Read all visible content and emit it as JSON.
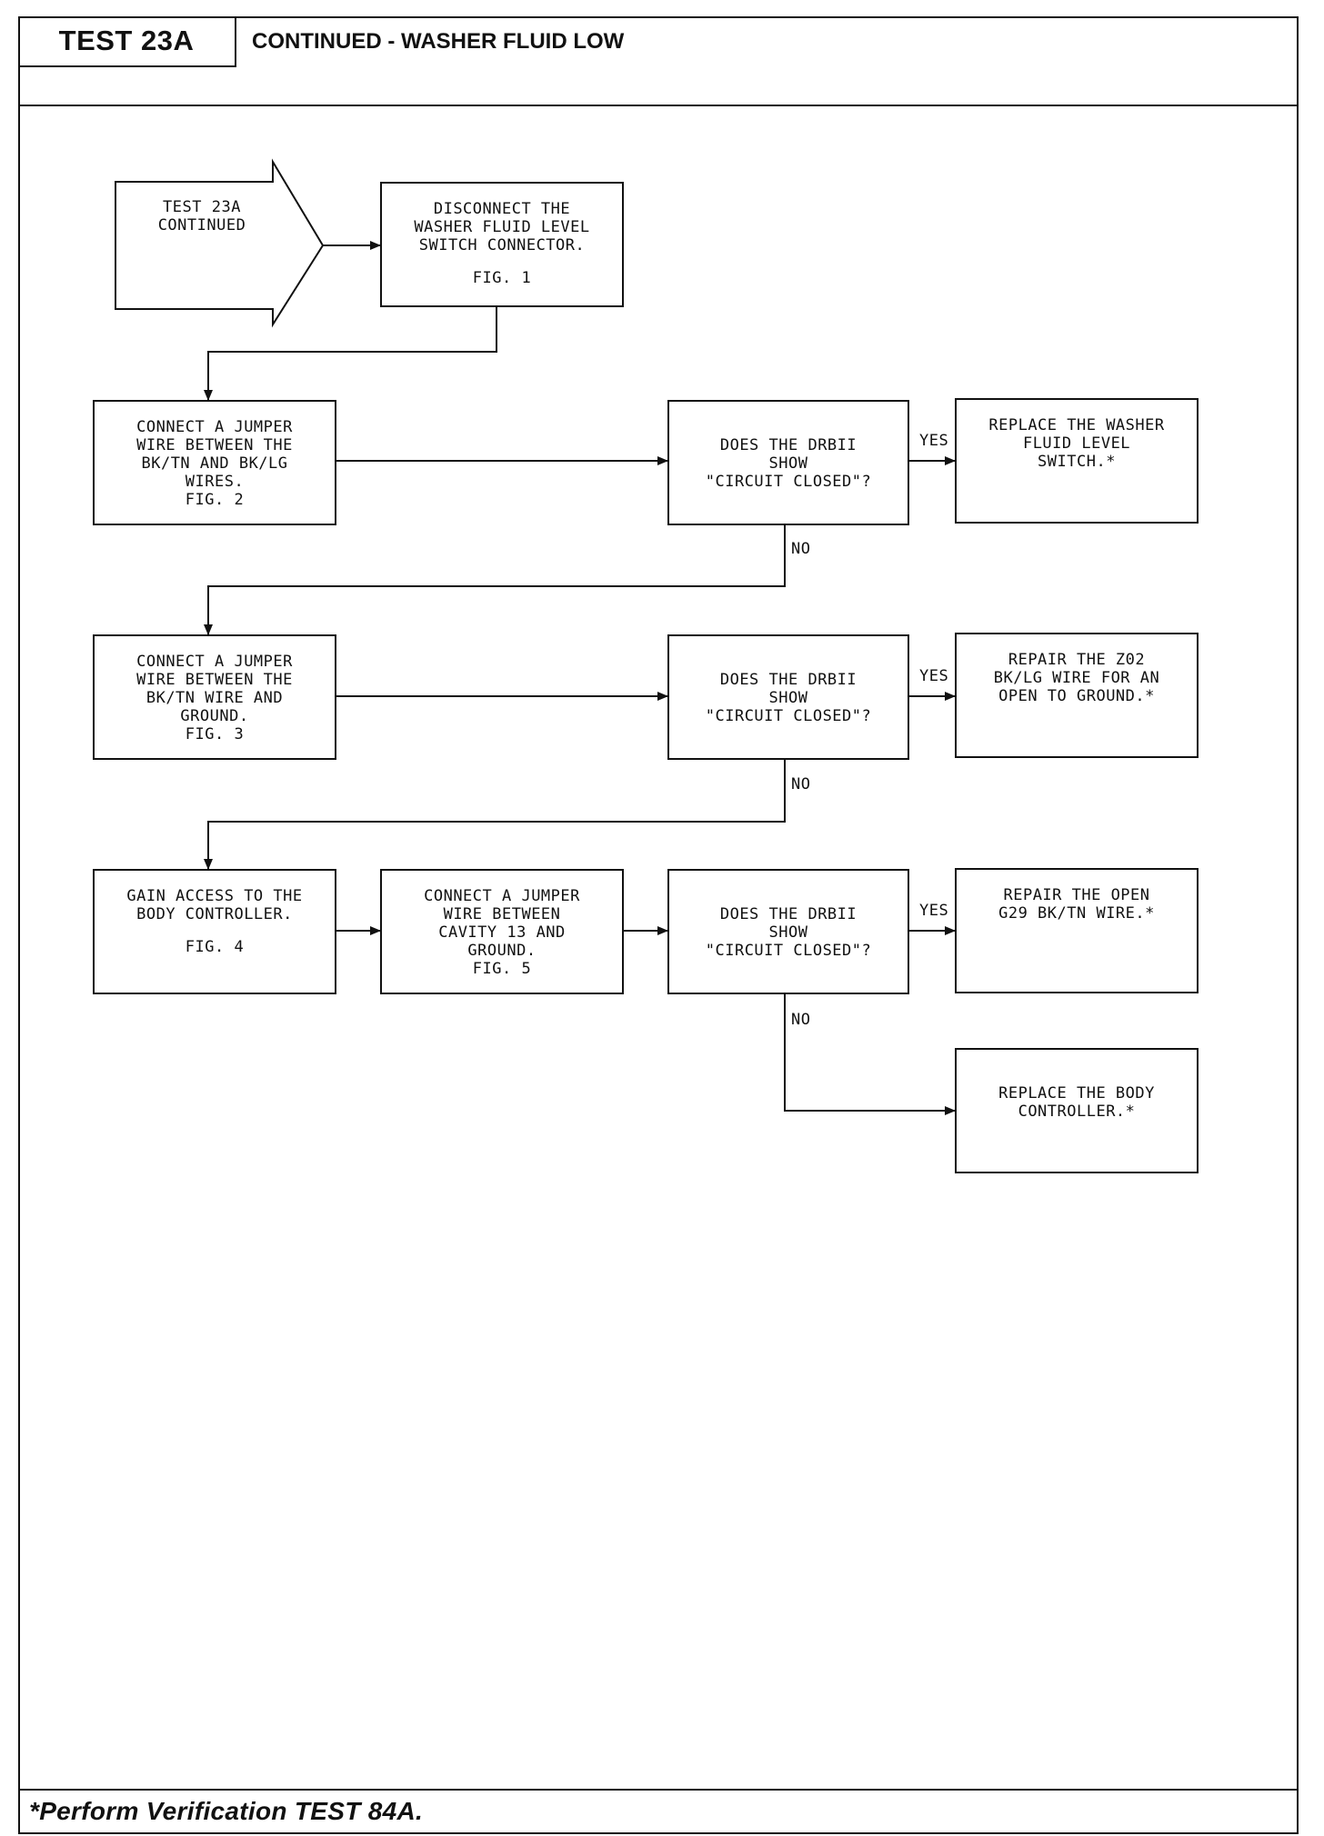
{
  "header": {
    "test_id": "TEST 23A",
    "title": "CONTINUED - WASHER FLUID LOW"
  },
  "footer": {
    "note": "*Perform Verification TEST 84A."
  },
  "flowchart": {
    "start": {
      "lines": [
        "TEST 23A",
        "CONTINUED"
      ]
    },
    "step1": {
      "lines": [
        "DISCONNECT THE",
        "WASHER FLUID LEVEL",
        "SWITCH CONNECTOR."
      ],
      "fig": "FIG. 1"
    },
    "step2": {
      "lines": [
        "CONNECT A JUMPER",
        "WIRE BETWEEN THE",
        "BK/TN AND BK/LG",
        "WIRES.",
        "FIG. 2"
      ]
    },
    "decision1": {
      "lines": [
        "DOES THE DRBII",
        "SHOW",
        "\"CIRCUIT CLOSED\"?"
      ]
    },
    "result1": {
      "lines": [
        "REPLACE THE WASHER",
        "FLUID LEVEL",
        "SWITCH.*"
      ]
    },
    "step3": {
      "lines": [
        "CONNECT A JUMPER",
        "WIRE BETWEEN THE",
        "BK/TN WIRE AND",
        "GROUND.",
        "FIG. 3"
      ]
    },
    "decision2": {
      "lines": [
        "DOES THE DRBII",
        "SHOW",
        "\"CIRCUIT CLOSED\"?"
      ]
    },
    "result2": {
      "lines": [
        "REPAIR THE Z02",
        "BK/LG WIRE FOR AN",
        "OPEN TO GROUND.*"
      ]
    },
    "step4": {
      "lines": [
        "GAIN ACCESS TO THE",
        "BODY CONTROLLER."
      ],
      "fig": "FIG. 4"
    },
    "step5": {
      "lines": [
        "CONNECT A JUMPER",
        "WIRE BETWEEN",
        "CAVITY 13 AND",
        "GROUND.",
        "FIG. 5"
      ]
    },
    "decision3": {
      "lines": [
        "DOES THE DRBII",
        "SHOW",
        "\"CIRCUIT CLOSED\"?"
      ]
    },
    "result3": {
      "lines": [
        "REPAIR THE OPEN",
        "G29 BK/TN WIRE.*"
      ]
    },
    "result4": {
      "lines": [
        "REPLACE THE BODY",
        "CONTROLLER.*"
      ]
    },
    "labels": {
      "yes": "YES",
      "no": "NO"
    }
  }
}
